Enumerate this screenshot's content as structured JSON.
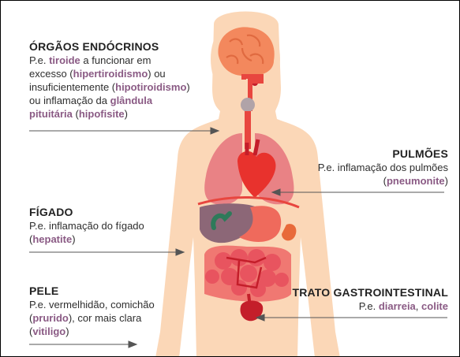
{
  "colors": {
    "skin": "#fbd7b7",
    "brain": "#f3885d",
    "lungs": "#e98285",
    "heart": "#e8322d",
    "liver": "#8c6777",
    "intestine": "#e8545f",
    "highlight": "#8a5a84",
    "text": "#2e2e2e",
    "arrow": "#555555"
  },
  "endocrine": {
    "title": "ÓRGÃOS ENDÓCRINOS",
    "t1": "P.e. ",
    "h1": "tiroide",
    "t2": " a funcionar em",
    "t3": "excesso (",
    "h2": "hipertiroidismo",
    "t4": ") ou",
    "t5": "insuficientemente (",
    "h3": "hipotiroidismo",
    "t6": ")",
    "t7": "ou inflamação da ",
    "h4": "glândula",
    "h5": "pituitária",
    "t8": " (",
    "h6": "hipofisite",
    "t9": ")"
  },
  "lungs": {
    "title": "PULMÕES",
    "t1": "P.e. inflamação dos pulmões",
    "t2": "(",
    "h1": "pneumonite",
    "t3": ")"
  },
  "liver": {
    "title": "FÍGADO",
    "t1": "P.e. inflamação do fígado",
    "t2": "(",
    "h1": "hepatite",
    "t3": ")"
  },
  "skin": {
    "title": "PELE",
    "t1": "P.e. vermelhidão, comichão",
    "t2": "(",
    "h1": "prurido",
    "t3": "), cor mais clara",
    "t4": "(",
    "h2": "vitiligo",
    "t5": ")"
  },
  "gi": {
    "title": "TRATO GASTROINTESTINAL",
    "t1": "P.e. ",
    "h1": "diarreia",
    "t2": ", ",
    "h2": "colite"
  }
}
